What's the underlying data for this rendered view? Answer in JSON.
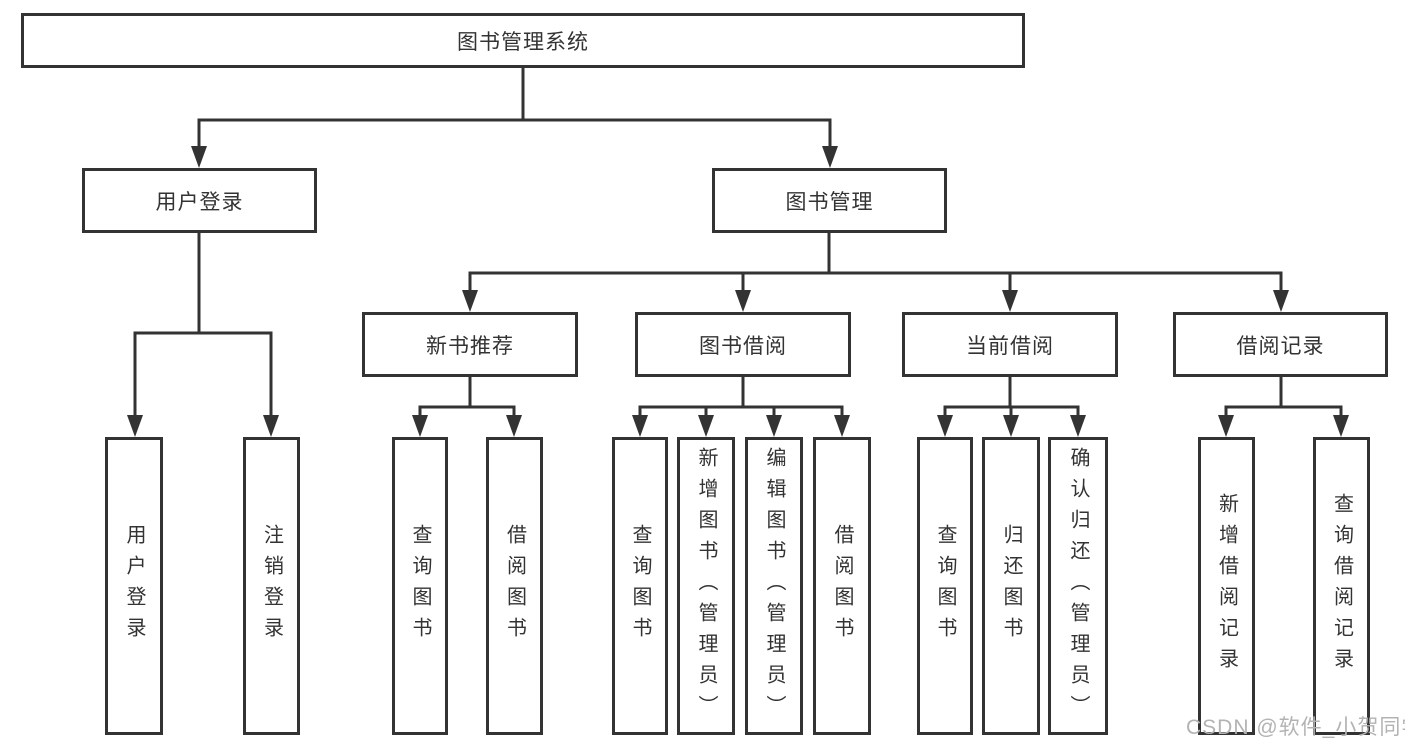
{
  "diagram": {
    "watermark": "CSDN @软件_小贺同学",
    "colors": {
      "line": "#333333",
      "text": "#333333",
      "watermark": "#b3b3b3",
      "background": "#ffffff"
    },
    "tree": {
      "label": "图书管理系统",
      "children": [
        {
          "label": "用户登录",
          "children": [
            {
              "label": "用户登录"
            },
            {
              "label": "注销登录"
            }
          ]
        },
        {
          "label": "图书管理",
          "children": [
            {
              "label": "新书推荐",
              "children": [
                {
                  "label": "查询图书"
                },
                {
                  "label": "借阅图书"
                }
              ]
            },
            {
              "label": "图书借阅",
              "children": [
                {
                  "label": "查询图书"
                },
                {
                  "label": "新增图书（管理员）"
                },
                {
                  "label": "编辑图书（管理员）"
                },
                {
                  "label": "借阅图书"
                }
              ]
            },
            {
              "label": "当前借阅",
              "children": [
                {
                  "label": "查询图书"
                },
                {
                  "label": "归还图书"
                },
                {
                  "label": "确认归还（管理员）"
                }
              ]
            },
            {
              "label": "借阅记录",
              "children": [
                {
                  "label": "新增借阅记录"
                },
                {
                  "label": "查询借阅记录"
                }
              ]
            }
          ]
        }
      ]
    }
  }
}
